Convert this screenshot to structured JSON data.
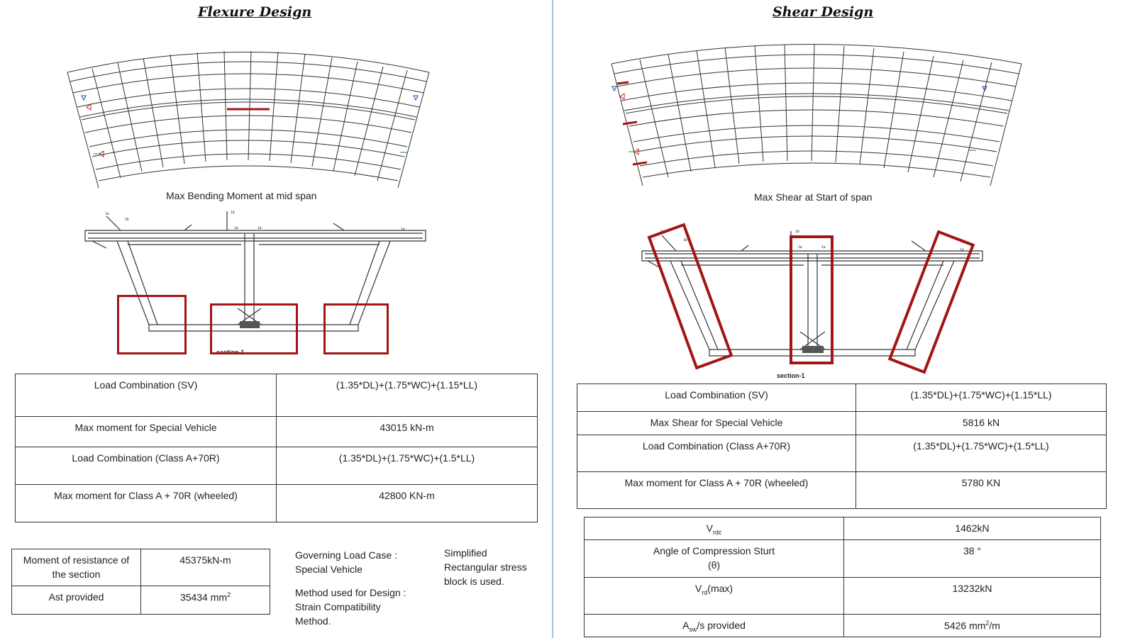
{
  "flexure": {
    "title": "Flexure Design",
    "plan_caption": "Max Bending Moment at mid span",
    "section_label": "section-1",
    "table": {
      "rows": [
        {
          "label": "Load Combination (SV)",
          "value": "(1.35*DL)+(1.75*WC)+(1.15*LL)"
        },
        {
          "label": "Max moment for Special Vehicle",
          "value": "43015 kN-m"
        },
        {
          "label": "Load Combination (Class A+70R)",
          "value": "(1.35*DL)+(1.75*WC)+(1.5*LL)"
        },
        {
          "label": "Max moment for Class A + 70R (wheeled)",
          "value": "42800 KN-m"
        }
      ]
    },
    "resistance_table": {
      "moment_label": "Moment of resistance of the section",
      "moment_value": "45375kN-m",
      "ast_label": "Ast provided",
      "ast_value_num": "35434 mm",
      "ast_value_exp": "2"
    },
    "governing_label": "Governing Load Case :",
    "governing_value": "Special Vehicle",
    "method_label": "Method used for Design :",
    "method_value": "Strain Compatibility Method.",
    "stress_note": "Simplified Rectangular stress block is used."
  },
  "shear": {
    "title": "Shear Design",
    "plan_caption": "Max Shear at Start of span",
    "section_label": "section-1",
    "table": {
      "rows": [
        {
          "label": "Load Combination (SV)",
          "value": "(1.35*DL)+(1.75*WC)+(1.15*LL)"
        },
        {
          "label": "Max Shear for Special Vehicle",
          "value": "5816 kN"
        },
        {
          "label": "Load Combination (Class A+70R)",
          "value": "(1.35*DL)+(1.75*WC)+(1.5*LL)"
        },
        {
          "label": "Max moment for Class A + 70R (wheeled)",
          "value": "5780 KN"
        }
      ]
    },
    "capacity_table": {
      "vrdc_main": "V",
      "vrdc_sub": "rdc",
      "vrdc_value": "1462kN",
      "angle_label": "Angle of Compression Sturt",
      "angle_symbol": "(θ)",
      "angle_value": "38 °",
      "vrdmax_main": "V",
      "vrdmax_sub": "rd",
      "vrdmax_suffix": "(max)",
      "vrdmax_value": "13232kN",
      "asw_main": "A",
      "asw_sub": "sw",
      "asw_suffix": "/s provided",
      "asw_value_num": "5426 mm",
      "asw_value_exp": "2",
      "asw_value_unit": "/m"
    }
  },
  "colors": {
    "highlight": "#a31515",
    "drawing": "#333333",
    "divider": "#a9bfe0"
  }
}
